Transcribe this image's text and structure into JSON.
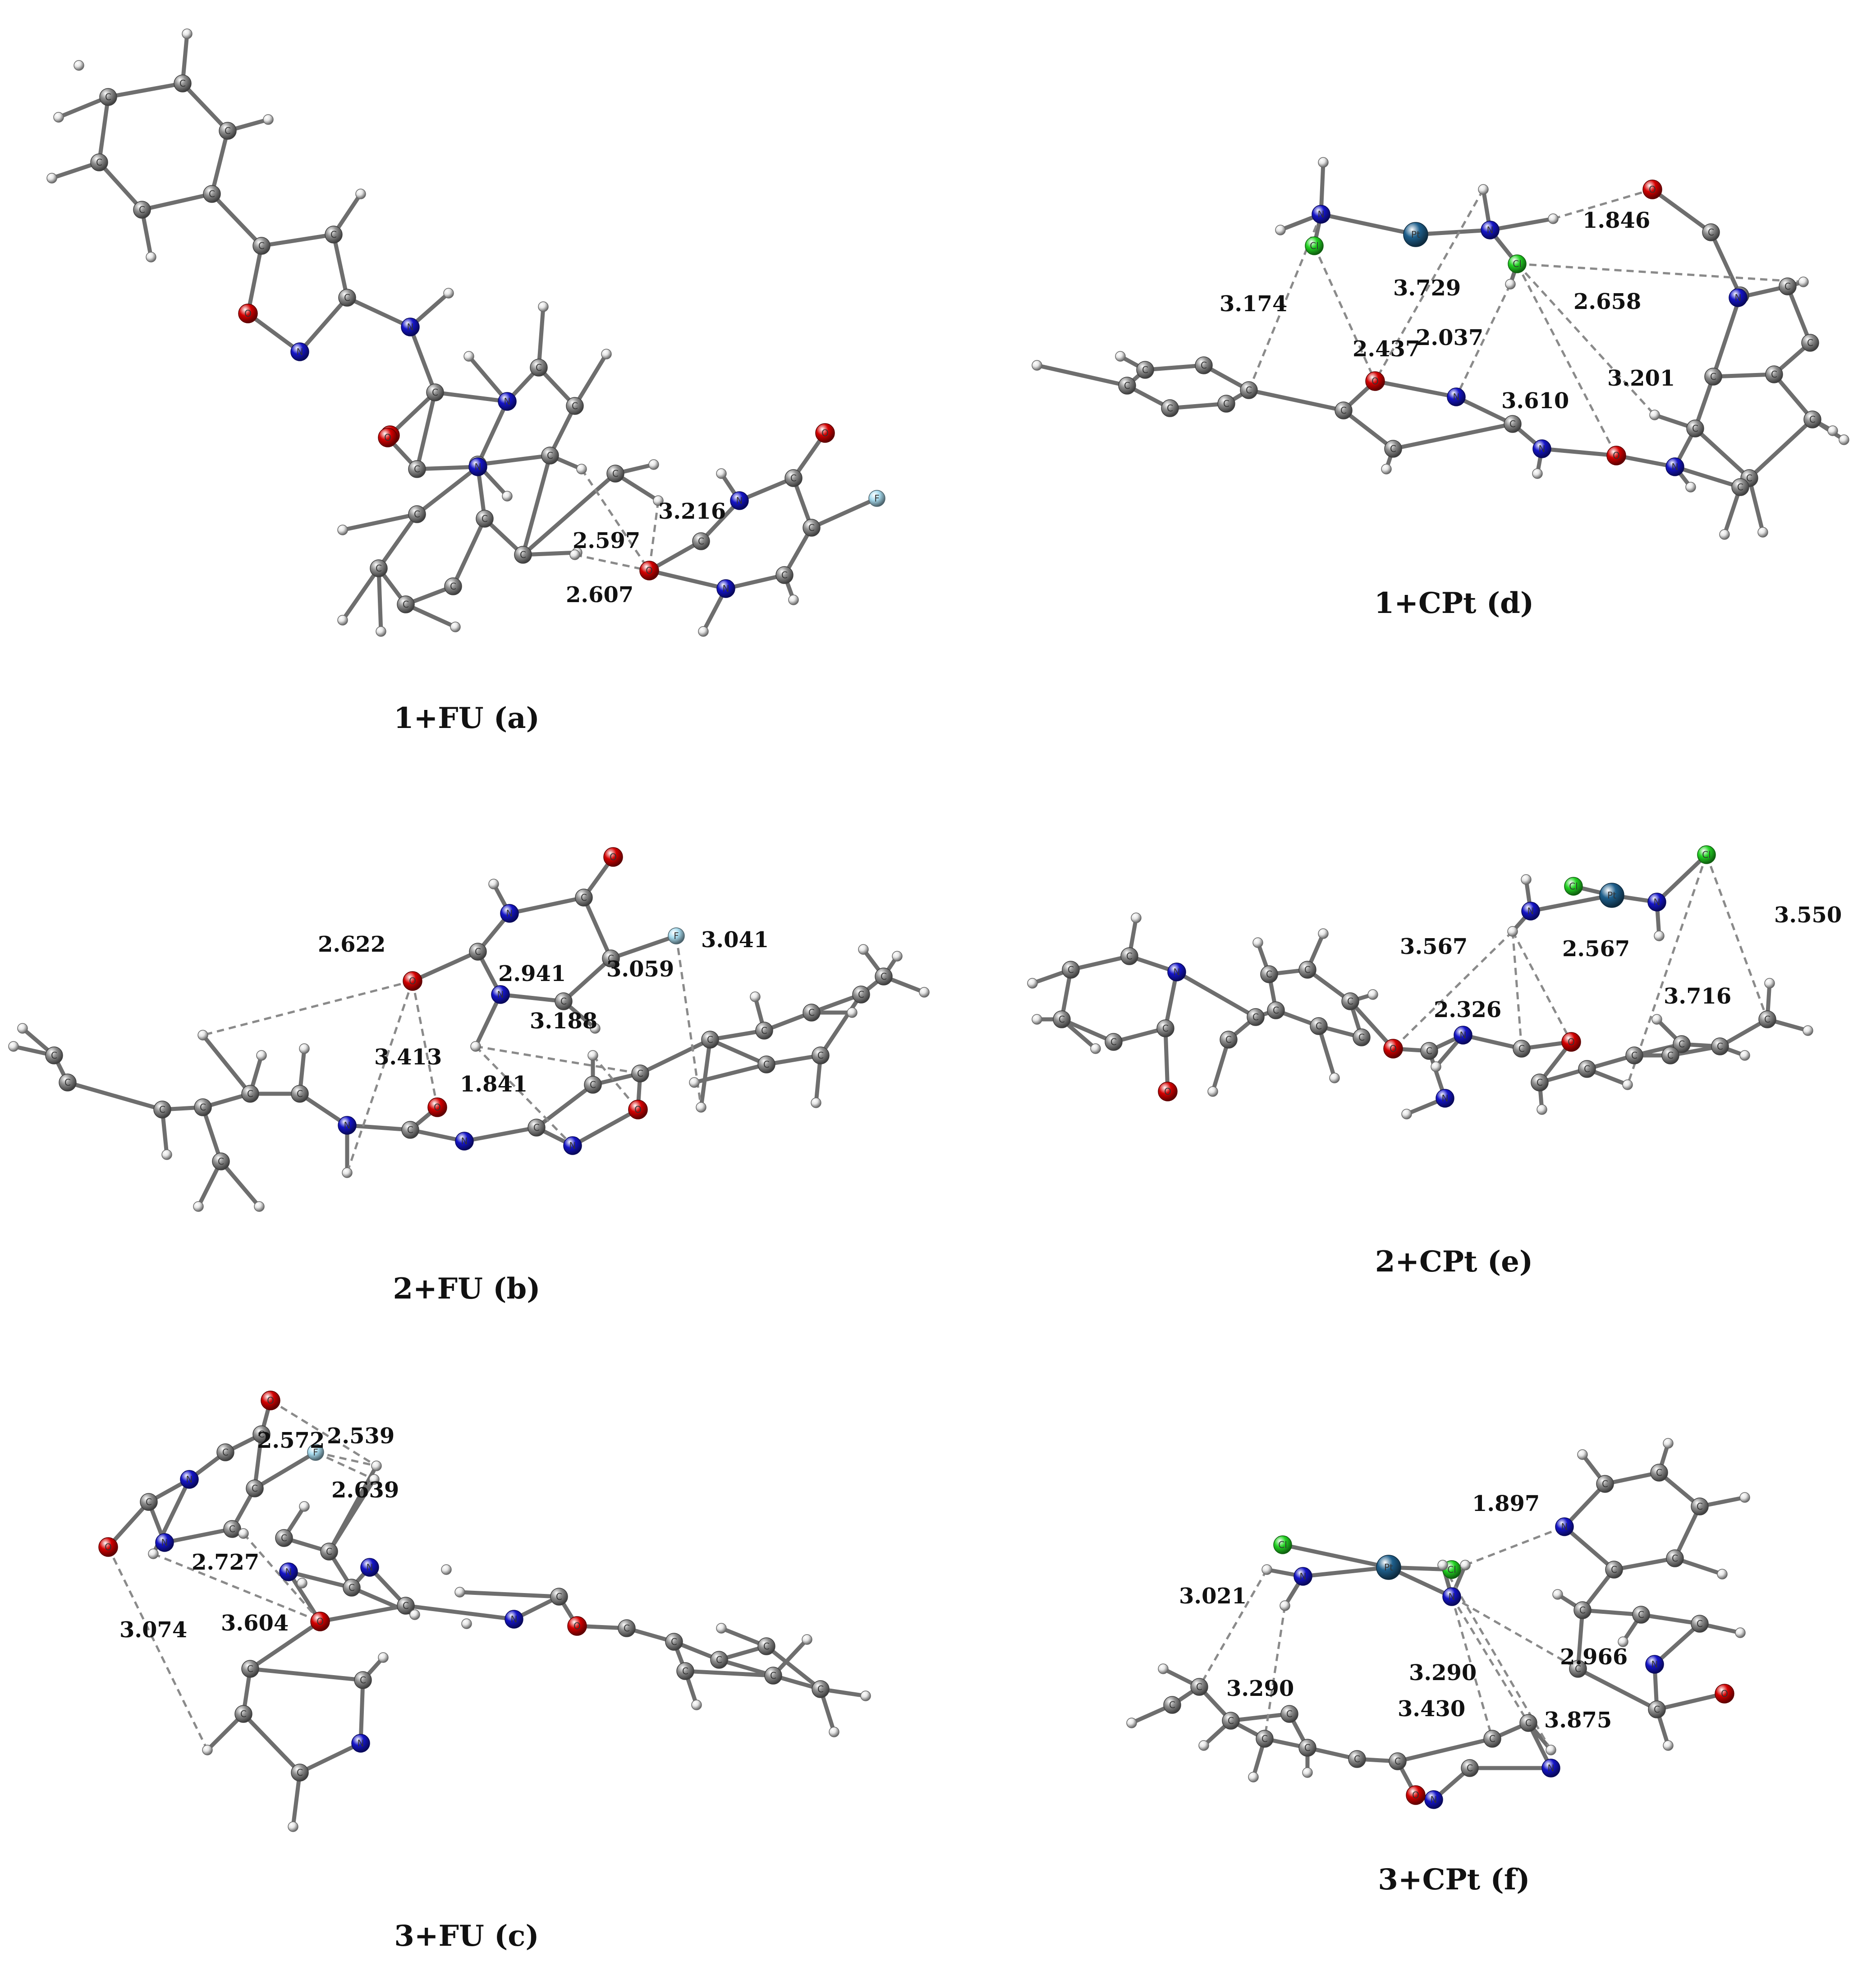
{
  "colors": {
    "carbon": "#8c8c8c",
    "hydrogen": "#e6e6e6",
    "oxygen": "#d40000",
    "nitrogen": "#1414c8",
    "fluorine": "#a8dcef",
    "chlorine": "#22d322",
    "platinum": "#1e5f8c"
  },
  "panels": [
    {
      "id": "a",
      "caption": "1+FU (a)",
      "distances": [
        "3.216",
        "2.597",
        "2.607"
      ]
    },
    {
      "id": "d",
      "caption": "1+CPt (d)",
      "distances": [
        "1.846",
        "3.174",
        "3.729",
        "2.658",
        "2.437",
        "2.037",
        "3.201",
        "3.610"
      ]
    },
    {
      "id": "b",
      "caption": "2+FU (b)",
      "distances": [
        "3.041",
        "2.622",
        "2.941",
        "3.059",
        "3.188",
        "3.413",
        "1.841"
      ]
    },
    {
      "id": "e",
      "caption": "2+CPt (e)",
      "distances": [
        "3.567",
        "3.550",
        "2.567",
        "3.716",
        "2.326"
      ]
    },
    {
      "id": "c",
      "caption": "3+FU (c)",
      "distances": [
        "2.572",
        "2.539",
        "2.639",
        "2.727",
        "3.074",
        "3.604"
      ]
    },
    {
      "id": "f",
      "caption": "3+CPt (f)",
      "distances": [
        "1.897",
        "3.021",
        "2.966",
        "3.290",
        "3.290",
        "3.430",
        "3.875"
      ]
    }
  ]
}
